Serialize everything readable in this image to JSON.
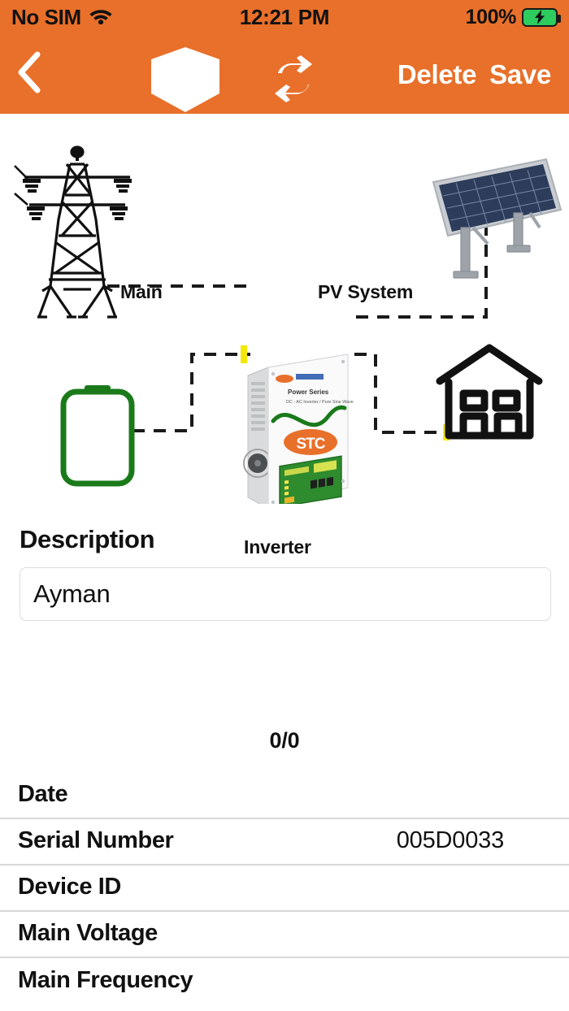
{
  "theme": {
    "accent": "#E8702A",
    "battery_green": "#2ECC5E",
    "diagram_green": "#1A7A1A",
    "flow_marker_yellow": "#F5E800",
    "row_divider": "#D8D8D8",
    "input_border": "#DCDCDC"
  },
  "status_bar": {
    "carrier": "No SIM",
    "wifi_icon": "wifi-icon",
    "time": "12:21 PM",
    "battery_percent": "100%",
    "battery_icon": "battery-charging-icon"
  },
  "nav_bar": {
    "back_icon": "chevron-left-icon",
    "logo_icon": "cube-logo-icon",
    "sync_icon": "sync-refresh-icon",
    "delete_label": "Delete",
    "save_label": "Save"
  },
  "diagram": {
    "title_main": "Main",
    "title_pv": "PV System",
    "title_inverter": "Inverter",
    "nodes": [
      {
        "id": "grid",
        "icon": "transmission-tower-icon",
        "label": "Main"
      },
      {
        "id": "pv",
        "icon": "solar-panel-icon",
        "label": "PV System"
      },
      {
        "id": "inverter",
        "icon": "inverter-device-icon",
        "label": "Inverter",
        "brand": "STC"
      },
      {
        "id": "battery",
        "icon": "battery-outline-icon",
        "label": ""
      },
      {
        "id": "home",
        "icon": "house-icon",
        "label": ""
      }
    ]
  },
  "description": {
    "label": "Description",
    "value": "Ayman",
    "placeholder": ""
  },
  "readings": {
    "counter": "0/0",
    "rows": [
      {
        "key": "Date",
        "value": ""
      },
      {
        "key": "Serial Number",
        "value": "005D0033"
      },
      {
        "key": "Device ID",
        "value": ""
      },
      {
        "key": "Main Voltage",
        "value": ""
      },
      {
        "key": "Main Frequency",
        "value": ""
      }
    ]
  }
}
